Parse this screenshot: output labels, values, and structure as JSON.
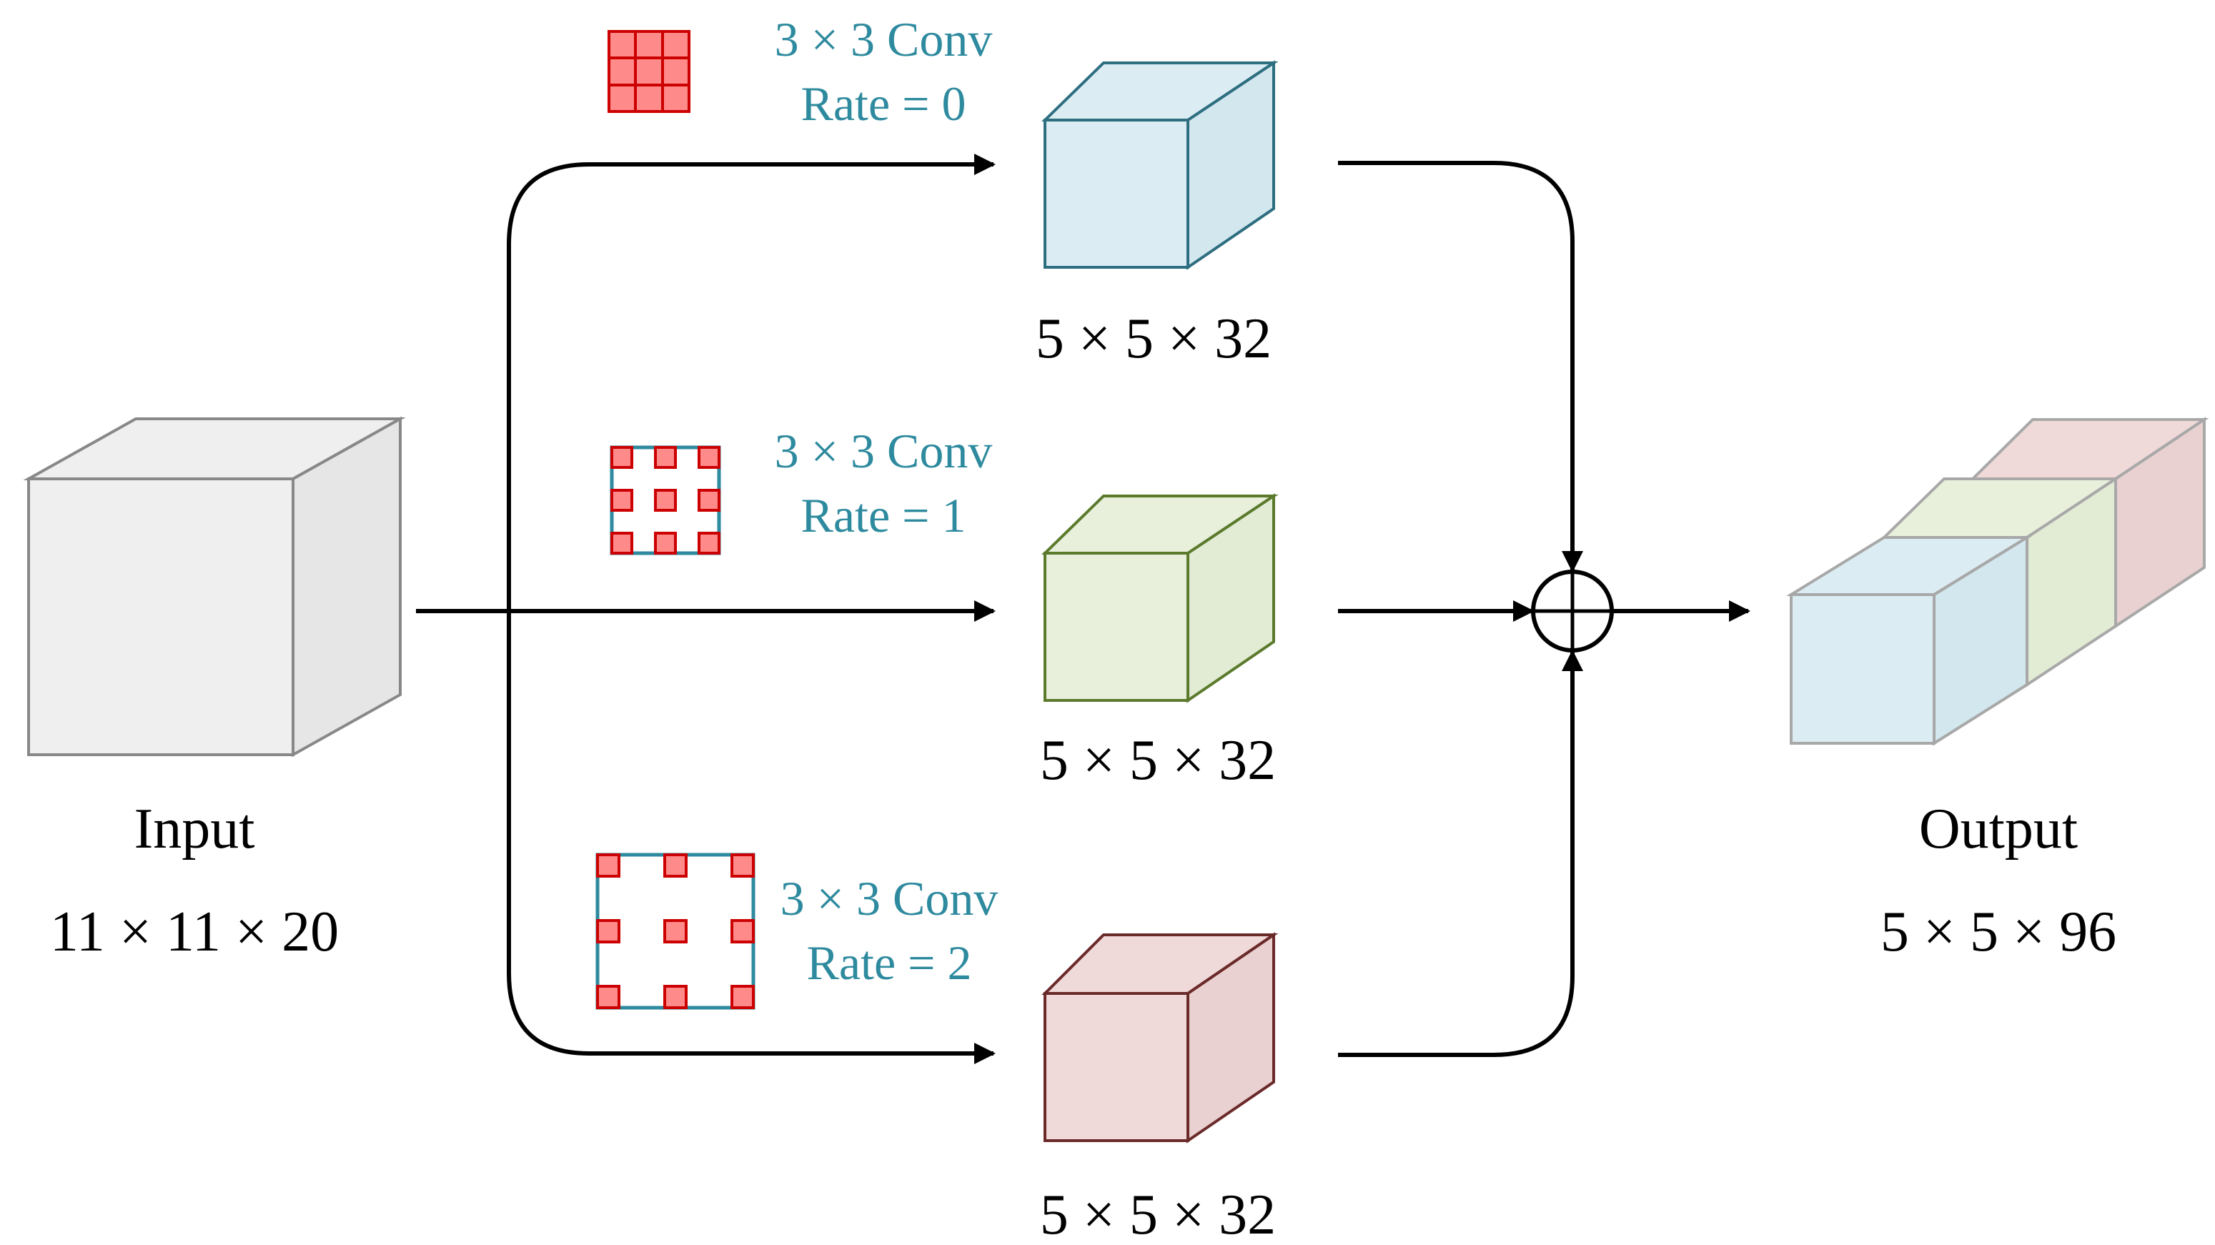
{
  "colors": {
    "teal_text": "#2e8a9e",
    "arrow": "#000000",
    "kernel_fill": "#ff8a8a",
    "kernel_stroke": "#cc0000",
    "kernel_frame": "#2e8a9e",
    "input_fill": "#efefef",
    "input_stroke": "#888888",
    "blue_fill": "#dbedf3",
    "blue_stroke": "#2d6e80",
    "green_fill": "#e8f0dc",
    "green_stroke": "#5b7a2c",
    "red_fill": "#f0d9d9",
    "red_stroke": "#6b2a2a",
    "out_stroke": "#a8a8a8"
  },
  "input": {
    "label": "Input",
    "dims": "11 × 11 × 20"
  },
  "branches": [
    {
      "conv": "3 × 3 Conv",
      "rate": "Rate = 0",
      "dims": "5 × 5 × 32"
    },
    {
      "conv": "3 × 3 Conv",
      "rate": "Rate = 1",
      "dims": "5 × 5 × 32"
    },
    {
      "conv": "3 × 3 Conv",
      "rate": "Rate = 2",
      "dims": "5 × 5 × 32"
    }
  ],
  "output": {
    "label": "Output",
    "dims": "5 × 5 × 96"
  },
  "icons": {
    "sum": "circle-plus-icon",
    "kernel": "dilated-kernel-icon"
  }
}
